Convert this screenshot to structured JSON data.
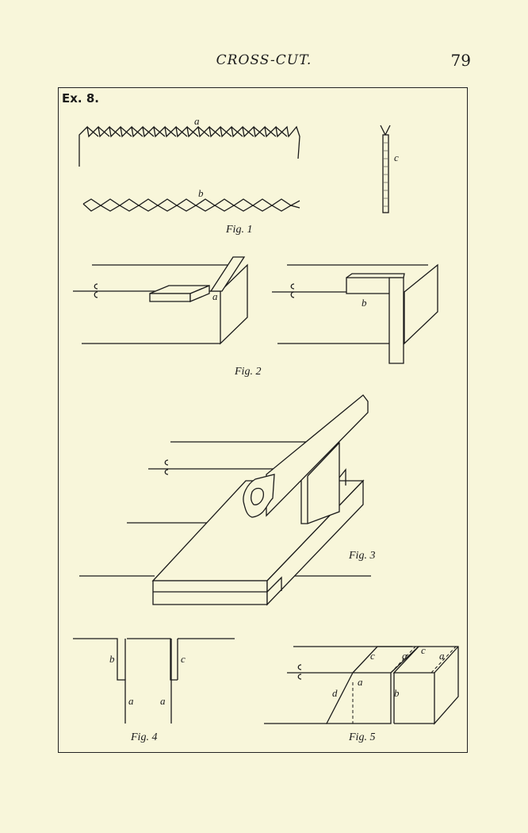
{
  "header": {
    "title": "CROSS-CUT.",
    "page_number": "79"
  },
  "plate": {
    "exercise_label": "Ex. 8.",
    "figures": [
      {
        "caption": "Fig. 1",
        "labels": [
          "a",
          "b",
          "c"
        ]
      },
      {
        "caption": "Fig. 2",
        "labels": [
          "a",
          "b"
        ]
      },
      {
        "caption": "Fig. 3",
        "labels": []
      },
      {
        "caption": "Fig. 4",
        "labels": [
          "b",
          "c",
          "a",
          "a"
        ]
      },
      {
        "caption": "Fig. 5",
        "labels": [
          "c",
          "a",
          "c",
          "a",
          "a",
          "d",
          "b"
        ]
      }
    ]
  }
}
